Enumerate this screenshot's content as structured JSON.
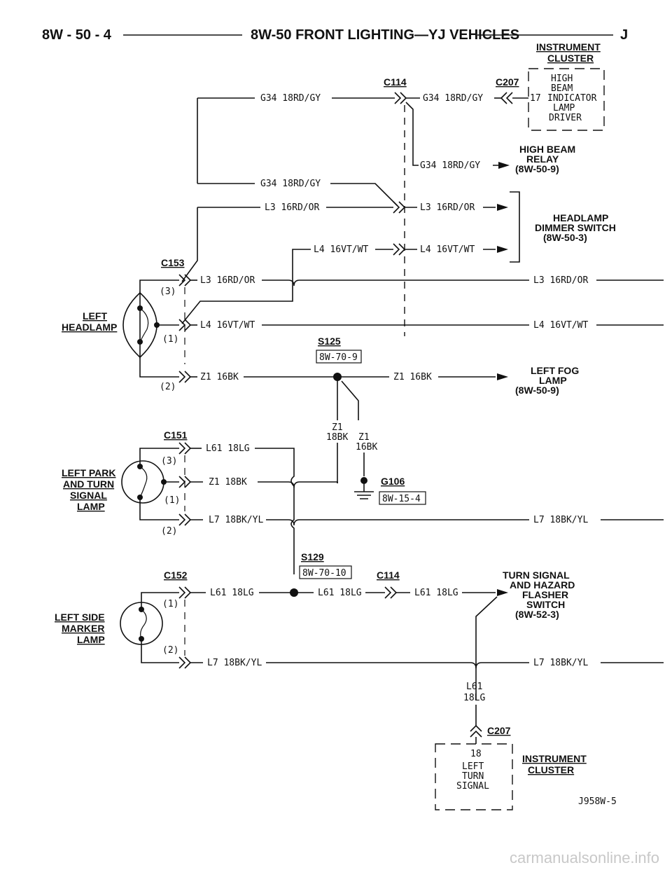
{
  "header": {
    "page_number": "8W - 50 - 4",
    "title": "8W-50 FRONT LIGHTING—YJ VEHICLES",
    "section_letter": "J"
  },
  "components": {
    "instrument_cluster_top": [
      "INSTRUMENT",
      "CLUSTER"
    ],
    "high_beam_indicator": [
      "HIGH",
      "BEAM",
      "INDICATOR",
      "LAMP",
      "DRIVER"
    ],
    "high_beam_relay": [
      "HIGH BEAM",
      "RELAY",
      "(8W-50-9)"
    ],
    "headlamp_dimmer_switch": [
      "HEADLAMP",
      "DIMMER SWITCH",
      "(8W-50-3)"
    ],
    "left_headlamp": [
      "LEFT",
      "HEADLAMP"
    ],
    "left_fog_lamp": [
      "LEFT FOG",
      "LAMP",
      "(8W-50-9)"
    ],
    "left_park_turn": [
      "LEFT PARK",
      "AND TURN",
      "SIGNAL",
      "LAMP"
    ],
    "left_side_marker": [
      "LEFT SIDE",
      "MARKER",
      "LAMP"
    ],
    "turn_signal_flasher": [
      "TURN SIGNAL",
      "AND HAZARD",
      "FLASHER",
      "SWITCH",
      "(8W-52-3)"
    ],
    "instrument_cluster_bottom": [
      "INSTRUMENT",
      "CLUSTER"
    ],
    "left_turn_signal": [
      "18",
      "LEFT",
      "TURN",
      "SIGNAL"
    ]
  },
  "connectors": {
    "c114_top": "C114",
    "c207_top": "C207",
    "c207_pin": "17",
    "c153": "C153",
    "c151": "C151",
    "c152": "C152",
    "c114_bottom": "C114",
    "c207_bottom": "C207",
    "pin1": "(1)",
    "pin2": "(2)",
    "pin3": "(3)"
  },
  "splices": {
    "s125": "S125",
    "s125_ref": "8W-70-9",
    "s129": "S129",
    "s129_ref": "8W-70-10",
    "g106": "G106",
    "g106_ref": "8W-15-4"
  },
  "wires": {
    "g34": "G34 18RD/GY",
    "l3": "L3 16RD/OR",
    "l4": "L4 16VT/WT",
    "z1_16": "Z1 16BK",
    "z1_18": "Z1 18BK",
    "z1": "Z1",
    "w18bk": "18BK",
    "w16bk": "16BK",
    "l61": "L61 18LG",
    "l61_short": "L61",
    "w18lg": "18LG",
    "l7": "L7 18BK/YL"
  },
  "figure_id": "J958W-5",
  "watermark": "carmanualsonline.info"
}
